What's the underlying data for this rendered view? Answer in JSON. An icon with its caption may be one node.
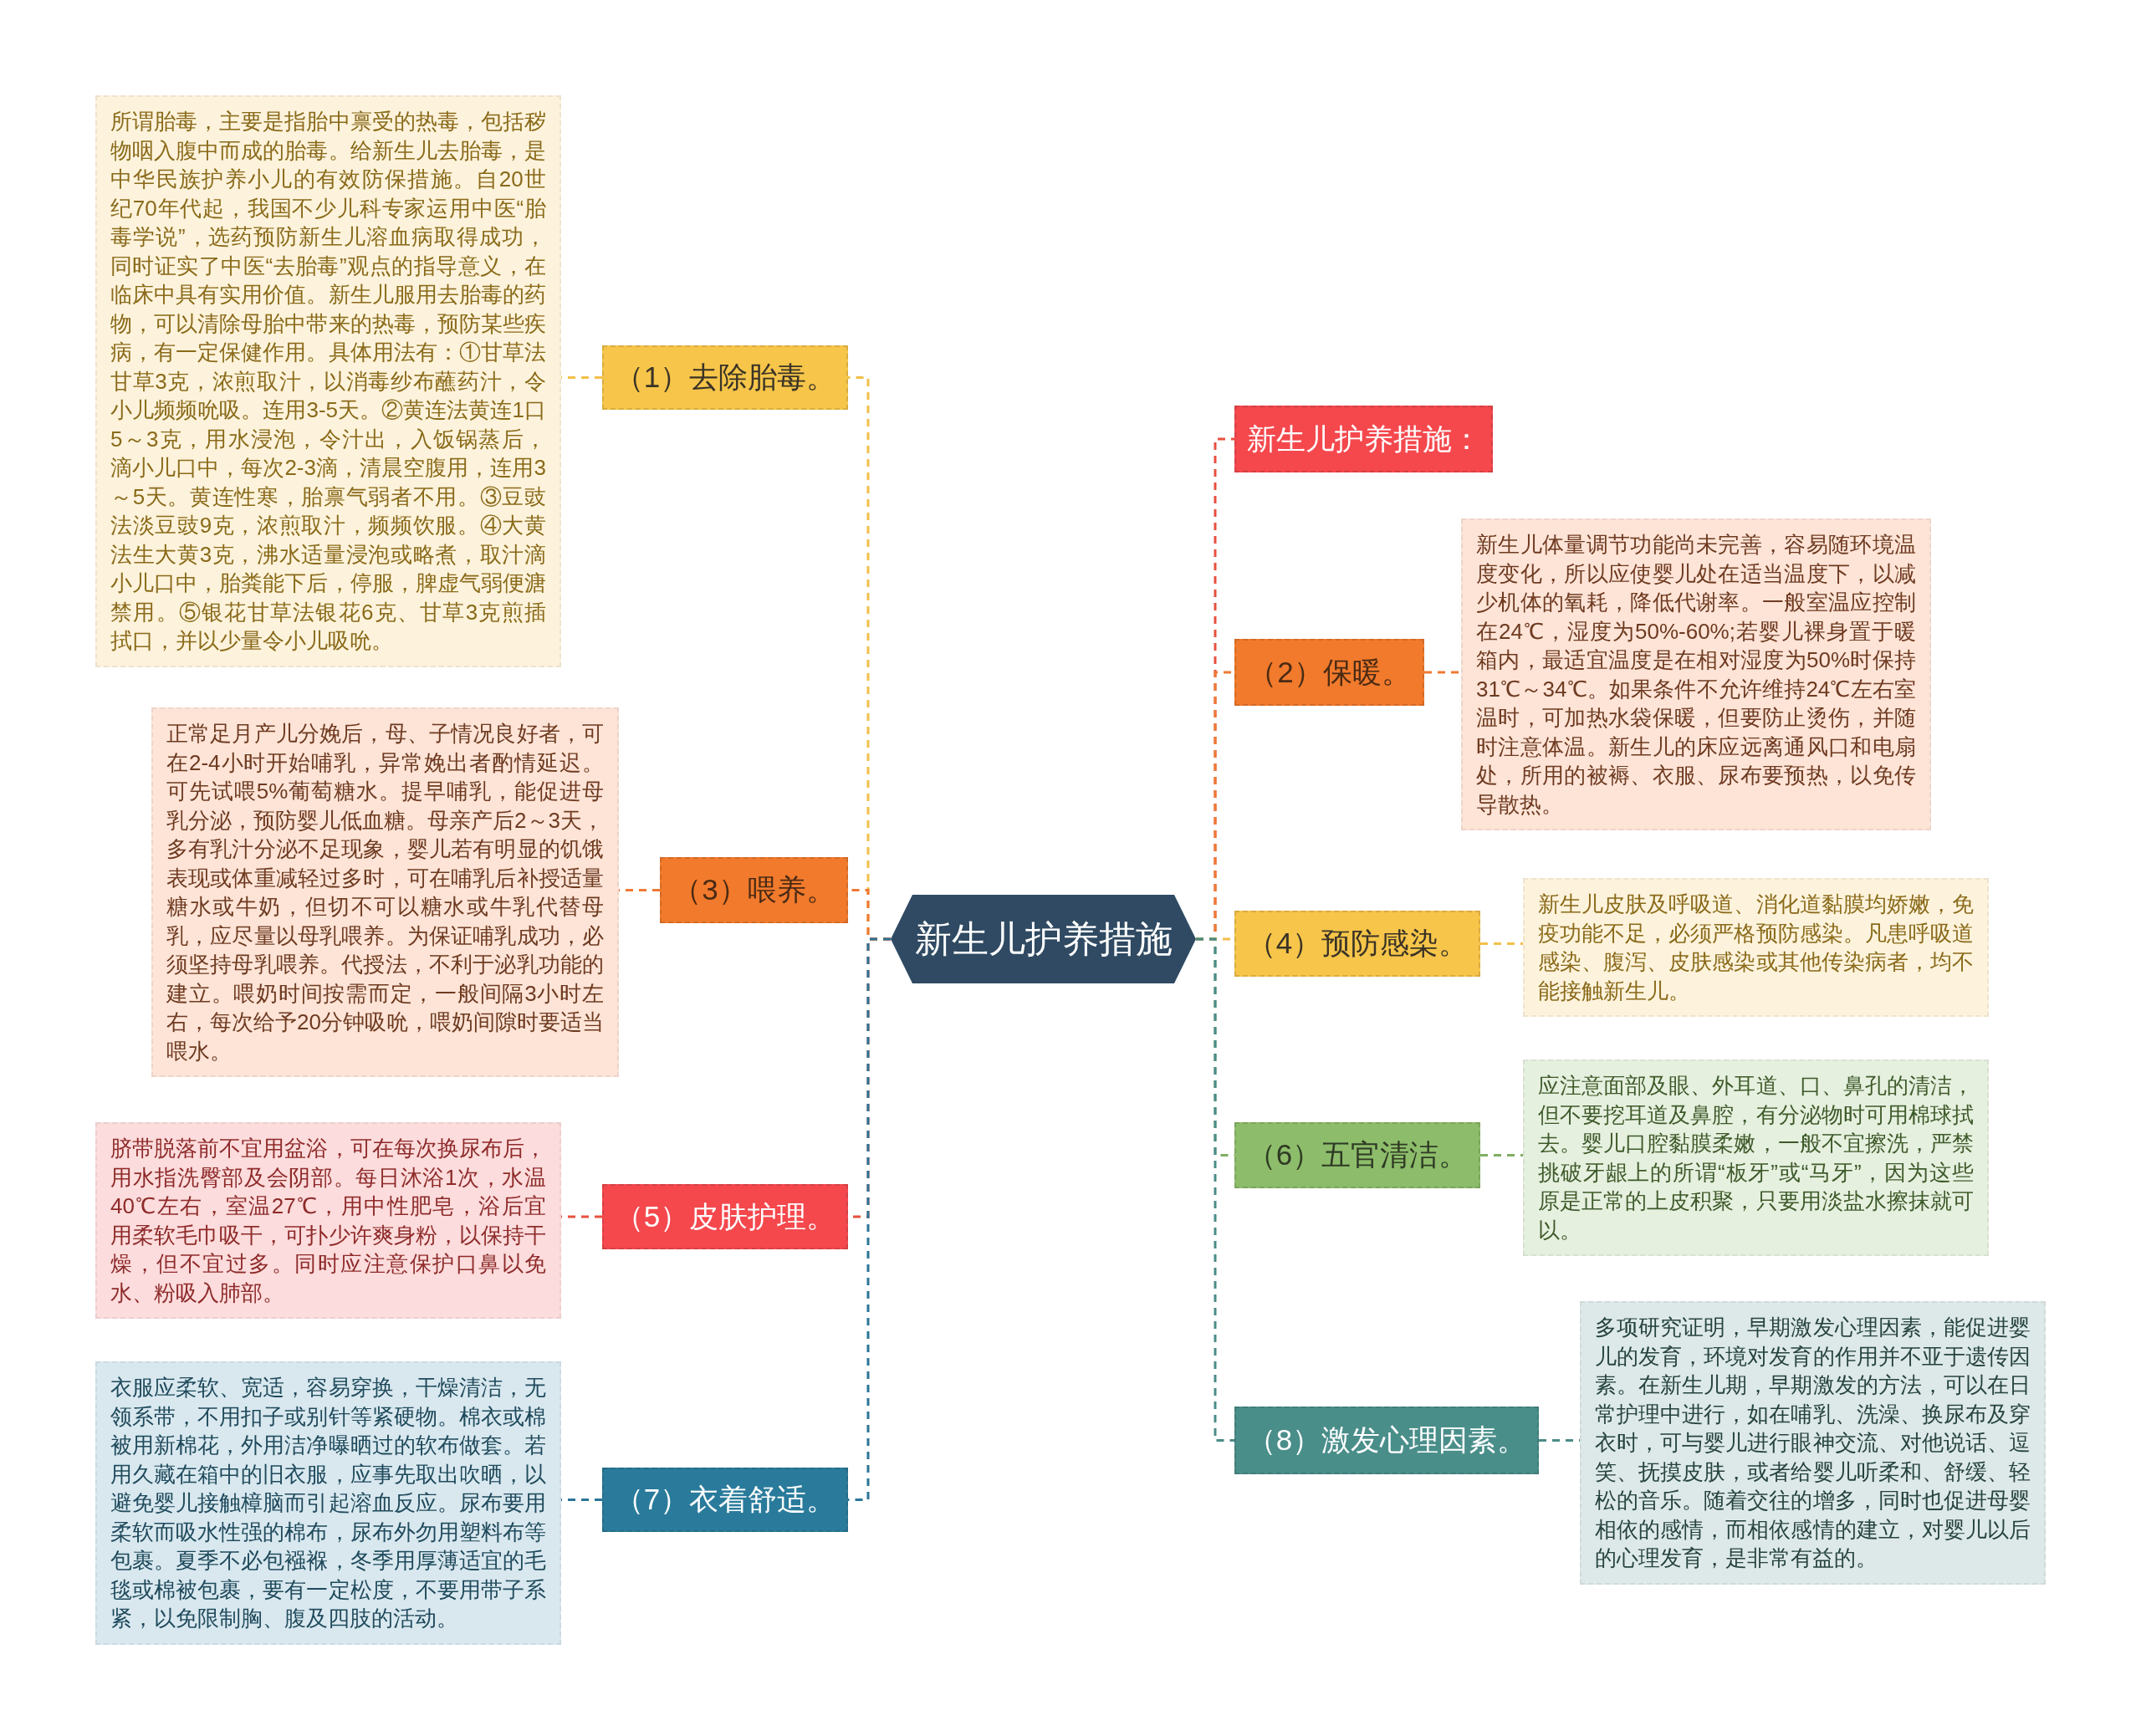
{
  "diagram": {
    "nodes": [
      {
        "text": [
          "新生儿护养措施"
        ]
      },
      {
        "text": [
          "（1）去除胎毒。"
        ]
      },
      {
        "text": [
          "所谓胎毒，主要是指胎中禀受的热毒，包括秽物咽入腹中而成的胎毒。给新生儿去胎毒，是中华民族护养小儿的有效防保措施。自20世纪70年代起，我国不少儿科专家运用中医“胎毒学说”，选药预防新生儿溶血病取得成功，同时证实了中医“去胎毒”观点的指导意义，在临床中具有实用价值。新生儿服用去胎毒的药物，可以清除母胎中带来的热毒，预防某些疾病，有一定保健作用。具体用法有：①甘草法甘草3克，浓煎取汁，以消毒纱布蘸药汁，令小儿频频吮吸。连用3-5天。②黄连法黄连1口5～3克，用水浸泡，令汁出，入饭锅蒸后，滴小儿口中，每次2-3滴，清晨空腹用，连用3～5天。黄连性寒，胎禀气弱者不用。③豆豉法淡豆豉9克，浓煎取汁，频频饮服。④大黄法生大黄3克，沸水适量浸泡或略煮，取汁滴小儿口中，胎粪能下后，停服，脾虚气弱便溏禁用。⑤银花甘草法银花6克、甘草3克煎插拭口，并以少量令小儿吸吮。"
        ]
      },
      {
        "text": [
          "新生儿护养措施："
        ]
      },
      {
        "text": [
          "（2）保暖。"
        ]
      },
      {
        "text": [
          "新生儿体量调节功能尚未完善，容易随环境温度变化，所以应使婴儿处在适当温度下，以减少机体的氧耗，降低代谢率。一般室温应控制在24℃，湿度为50%-60%;若婴儿裸身置于暖箱内，最适宜温度是在相对湿度为50%时保持31℃～34℃。如果条件不允许维持24℃左右室温时，可加热水袋保暖，但要防止烫伤，并随时注意体温。新生儿的床应远离通风口和电扇处，所用的被褥、衣服、尿布要预热，以免传导散热。"
        ]
      },
      {
        "text": [
          "（3）喂养。"
        ]
      },
      {
        "text": [
          "正常足月产儿分娩后，母、子情况良好者，可在2-4小时开始哺乳，异常娩出者酌情延迟。可先试喂5%葡萄糖水。提早哺乳，能促进母乳分泌，预防婴儿低血糖。母亲产后2～3天，多有乳汁分泌不足现象，婴儿若有明显的饥饿表现或体重减轻过多时，可在哺乳后补授适量糖水或牛奶，但切不可以糖水或牛乳代替母乳，应尽量以母乳喂养。为保证哺乳成功，必须坚持母乳喂养。代授法，不利于泌乳功能的建立。喂奶时间按需而定，一般间隔3小时左右，每次给予20分钟吸吮，喂奶间隙时要适当喂水。"
        ]
      },
      {
        "text": [
          "（4）预防感染。"
        ]
      },
      {
        "text": [
          "新生儿皮肤及呼吸道、消化道黏膜均娇嫩，免疫功能不足，必须严格预防感染。凡患呼吸道感染、腹泻、皮肤感染或其他传染病者，均不能接触新生儿。"
        ]
      },
      {
        "text": [
          "（5）皮肤护理。"
        ]
      },
      {
        "text": [
          "脐带脱落前不宜用盆浴，可在每次换尿布后，用水指洗臀部及会阴部。每日沐浴1次，水温40℃左右，室温27℃，用中性肥皂，浴后宜用柔软毛巾吸干，可扑少许爽身粉，以保持干燥，但不宜过多。同时应注意保护口鼻以免水、粉吸入肺部。"
        ]
      },
      {
        "text": [
          "（6）五官清洁。"
        ]
      },
      {
        "text": [
          "应注意面部及眼、外耳道、口、鼻孔的清洁，但不要挖耳道及鼻腔，有分泌物时可用棉球拭去。婴儿口腔黏膜柔嫩，一般不宜擦洗，严禁挑破牙龈上的所谓“板牙”或“马牙”，因为这些原是正常的上皮积聚，只要用淡盐水擦抹就可以。"
        ]
      },
      {
        "text": [
          "（7）衣着舒适。"
        ]
      },
      {
        "text": [
          "衣服应柔软、宽适，容易穿换，干燥清洁，无领系带，不用扣子或别针等紧硬物。棉衣或棉被用新棉花，外用洁净曝晒过的软布做套。若用久藏在箱中的旧衣服，应事先取出吹晒，以避免婴儿接触樟脑而引起溶血反应。尿布要用柔软而吸水性强的棉布，尿布外勿用塑料布等包裹。夏季不必包襁褓，冬季用厚薄适宜的毛毯或棉被包裹，要有一定松度，不要用带子系紧，以免限制胸、腹及四肢的活动。"
        ]
      },
      {
        "text": [
          "（8）激发心理因素。"
        ]
      },
      {
        "text": [
          "多项研究证明，早期激发心理因素，能促进婴儿的发育，环境对发育的作用并不亚于遗传因素。在新生儿期，早期激发的方法，可以在日常护理中进行，如在哺乳、洗澡、换尿布及穿衣时，可与婴儿进行眼神交流、对他说话、逗笑、抚摸皮肤，或者给婴儿听柔和、舒缓、轻松的音乐。随着交往的增多，同时也促进母婴相依的感情，而相依感情的建立，对婴儿以后的心理发育，是非常有益的。"
        ]
      }
    ],
    "edges": [
      {
        "from": 0,
        "to": 1,
        "arrow": "none",
        "color": "#f2c04a"
      },
      {
        "from": 1,
        "to": 2,
        "arrow": "none",
        "color": "#f2c04a"
      },
      {
        "from": 0,
        "to": 3,
        "arrow": "none",
        "color": "#e8503f"
      },
      {
        "from": 0,
        "to": 4,
        "arrow": "none",
        "color": "#ee7a35"
      },
      {
        "from": 4,
        "to": 5,
        "arrow": "none",
        "color": "#ee7a35"
      },
      {
        "from": 0,
        "to": 6,
        "arrow": "none",
        "color": "#ee7a35"
      },
      {
        "from": 6,
        "to": 7,
        "arrow": "none",
        "color": "#ee7a35"
      },
      {
        "from": 0,
        "to": 8,
        "arrow": "none",
        "color": "#f2c04a"
      },
      {
        "from": 8,
        "to": 9,
        "arrow": "none",
        "color": "#f2c04a"
      },
      {
        "from": 0,
        "to": 10,
        "arrow": "none",
        "color": "#e8503f"
      },
      {
        "from": 10,
        "to": 11,
        "arrow": "none",
        "color": "#e8503f"
      },
      {
        "from": 0,
        "to": 12,
        "arrow": "none",
        "color": "#7fae64"
      },
      {
        "from": 12,
        "to": 13,
        "arrow": "none",
        "color": "#7fae64"
      },
      {
        "from": 0,
        "to": 14,
        "arrow": "none",
        "color": "#2b7596"
      },
      {
        "from": 14,
        "to": 15,
        "arrow": "none",
        "color": "#2b7596"
      },
      {
        "from": 0,
        "to": 16,
        "arrow": "none",
        "color": "#4a8c88"
      },
      {
        "from": 16,
        "to": 17,
        "arrow": "none",
        "color": "#4a8c88"
      }
    ]
  }
}
